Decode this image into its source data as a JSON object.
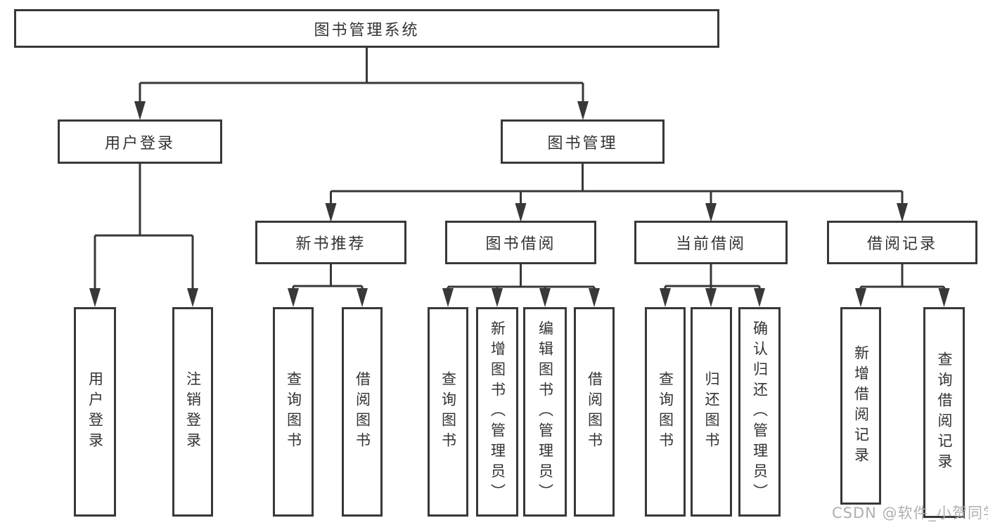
{
  "nodes": {
    "root": "图书管理系统",
    "user_login": "用户登录",
    "book_management": "图书管理",
    "login": "用户登录",
    "logout": "注销登录",
    "new_book_recommend": "新书推荐",
    "book_borrow": "图书借阅",
    "current_borrow": "当前借阅",
    "borrow_records": "借阅记录",
    "nbr_query_books": "查询图书",
    "nbr_borrow_books": "借阅图书",
    "bb_query_books": "查询图书",
    "bb_add_books": "新增图书（管理员）",
    "bb_edit_books": "编辑图书（管理员）",
    "bb_borrow_books": "借阅图书",
    "cb_query_books": "查询图书",
    "cb_return_books": "归还图书",
    "cb_confirm_return": "确认归还（管理员）",
    "br_add_record": "新增借阅记录",
    "br_query_record": "查询借阅记录"
  },
  "watermark": "CSDN @软件_小贺同学",
  "colors": {
    "line": "#383838",
    "box_border": "#383838",
    "text": "#333333",
    "background": "#ffffff",
    "watermark": "#b0b0b0"
  }
}
